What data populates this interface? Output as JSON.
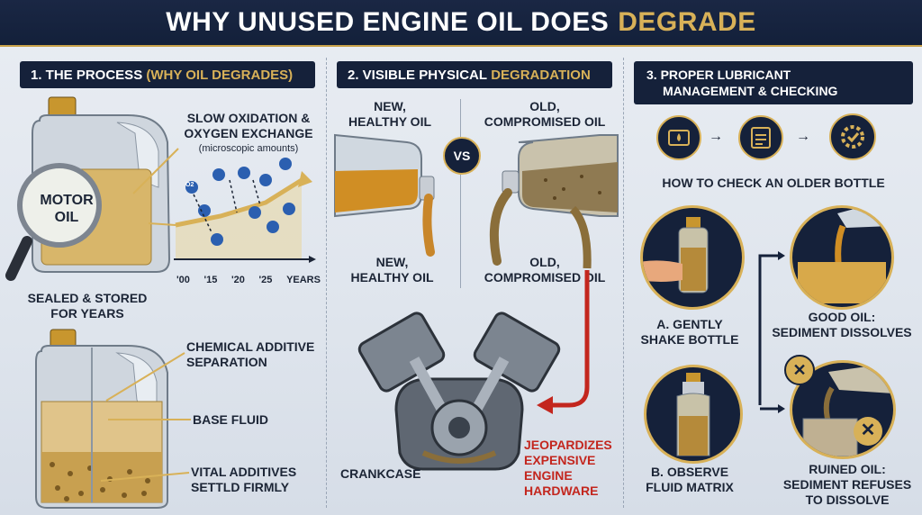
{
  "title": {
    "main": "WHY UNUSED ENGINE OIL DOES",
    "accent": "DEGRADE"
  },
  "section1": {
    "header_prefix": "1. THE PROCESS",
    "header_accent": "(WHY OIL DEGRADES)",
    "bottle_label_line1": "MOTOR",
    "bottle_label_line2": "OIL",
    "oxidation_line1": "SLOW OXIDATION &",
    "oxidation_line2": "OXYGEN EXCHANGE",
    "oxidation_note": "(microscopic amounts)",
    "molecule": "O2",
    "timeline_ticks": [
      "'00",
      "'15",
      "'20",
      "'25",
      "YEARS"
    ],
    "sealed_line1": "SEALED & STORED",
    "sealed_line2": "FOR YEARS",
    "separation_line1": "CHEMICAL ADDITIVE",
    "separation_line2": "SEPARATION",
    "base_fluid": "BASE FLUID",
    "additives_line1": "VITAL ADDITIVES",
    "additives_line2": "SETTLD FIRMLY"
  },
  "section2": {
    "header_prefix": "2. VISIBLE PHYSICAL",
    "header_accent": "DEGRADATION",
    "new_top_line1": "NEW,",
    "new_top_line2": "HEALTHY OIL",
    "old_top_line1": "OLD,",
    "old_top_line2": "COMPROMISED OIL",
    "vs": "VS",
    "new_bottom_line1": "NEW,",
    "new_bottom_line2": "HEALTHY OIL",
    "old_bottom_line1": "OLD,",
    "old_bottom_line2": "COMPROMISED OIL",
    "crankcase": "CRANKCASE",
    "warning_line1": "JEOPARDIZES",
    "warning_line2": "EXPENSIVE",
    "warning_line3": "ENGINE",
    "warning_line4": "HARDWARE"
  },
  "section3": {
    "header_line1": "3. PROPER LUBRICANT",
    "header_line2": "MANAGEMENT & CHECKING",
    "check_title": "HOW TO CHECK AN OLDER BOTTLE",
    "step_a_line1": "A. GENTLY",
    "step_a_line2": "SHAKE BOTTLE",
    "step_b_line1": "B. OBSERVE",
    "step_b_line2": "FLUID MATRIX",
    "good_line1": "GOOD OIL:",
    "good_line2": "SEDIMENT DISSOLVES",
    "ruined_line1": "RUINED OIL:",
    "ruined_line2": "SEDIMENT REFUSES",
    "ruined_line3": "TO DISSOLVE"
  },
  "colors": {
    "navy": "#15213a",
    "gold": "#d8b158",
    "oil": "#c8902c",
    "warning": "#c3261e"
  },
  "icons": [
    "magnifier-icon",
    "folder-oil-icon",
    "checklist-icon",
    "gear-check-icon",
    "x-icon",
    "arrow-icon"
  ]
}
